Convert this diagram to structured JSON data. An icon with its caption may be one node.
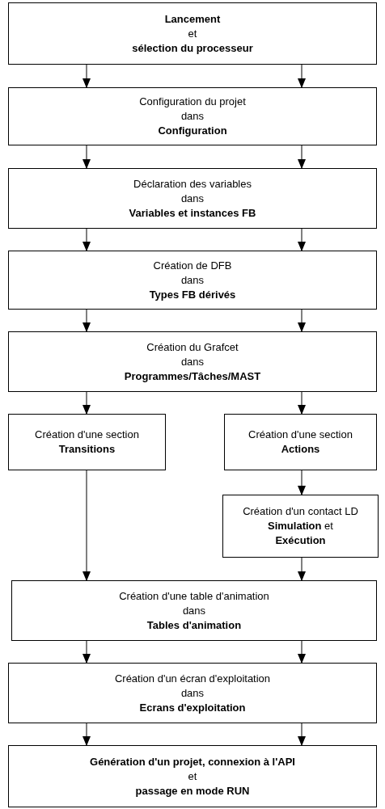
{
  "diagram": {
    "nodes": [
      {
        "text": [
          "Lancement",
          "et",
          "sélection du processeur"
        ]
      },
      {
        "text": [
          "Configuration du projet",
          "dans",
          "Configuration"
        ]
      },
      {
        "text": [
          "Déclaration des variables",
          "dans",
          "Variables et instances FB"
        ]
      },
      {
        "text": [
          "Création de DFB",
          "dans",
          "Types FB dérivés"
        ]
      },
      {
        "text": [
          "Création du Grafcet",
          "dans",
          "Programmes/Tâches/MAST"
        ]
      },
      {
        "text": [
          "Création d'une section",
          "Transitions"
        ]
      },
      {
        "text": [
          "Création d'une section",
          "Actions"
        ]
      },
      {
        "text": [
          "Création d'un contact LD",
          "**Simulation** et",
          "Exécution"
        ]
      },
      {
        "text": [
          "Création d'une table d'animation",
          "dans",
          "Tables d'animation"
        ]
      },
      {
        "text": [
          "Création d'un écran d'exploitation",
          "dans",
          "Ecrans d'exploitation"
        ]
      },
      {
        "text": [
          "Génération d'un projet, connexion à l'API",
          "et",
          "passage en mode RUN"
        ]
      }
    ],
    "edges": [
      {
        "from": 0,
        "to": 1,
        "arrow": "to"
      },
      {
        "from": 0,
        "to": 1,
        "arrow": "to"
      },
      {
        "from": 1,
        "to": 2,
        "arrow": "to"
      },
      {
        "from": 1,
        "to": 2,
        "arrow": "to"
      },
      {
        "from": 2,
        "to": 3,
        "arrow": "to"
      },
      {
        "from": 2,
        "to": 3,
        "arrow": "to"
      },
      {
        "from": 3,
        "to": 4,
        "arrow": "to"
      },
      {
        "from": 3,
        "to": 4,
        "arrow": "to"
      },
      {
        "from": 4,
        "to": 5,
        "arrow": "to"
      },
      {
        "from": 4,
        "to": 6,
        "arrow": "to"
      },
      {
        "from": 6,
        "to": 7,
        "arrow": "to"
      },
      {
        "from": 5,
        "to": 8,
        "arrow": "to"
      },
      {
        "from": 7,
        "to": 8,
        "arrow": "to"
      },
      {
        "from": 8,
        "to": 9,
        "arrow": "to"
      },
      {
        "from": 8,
        "to": 9,
        "arrow": "to"
      },
      {
        "from": 9,
        "to": 10,
        "arrow": "to"
      },
      {
        "from": 9,
        "to": 10,
        "arrow": "to"
      }
    ]
  }
}
